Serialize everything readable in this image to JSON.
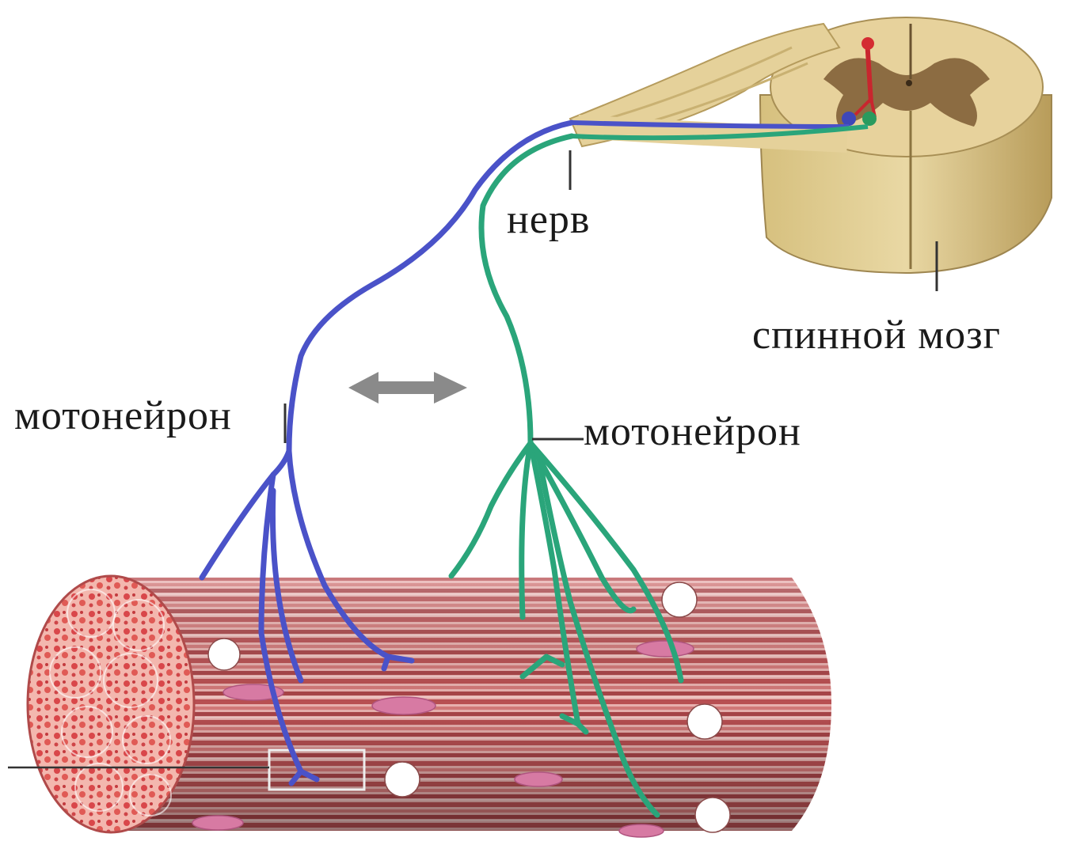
{
  "labels": {
    "nerve": "нерв",
    "spinal_cord": "спинной мозг",
    "motoneuron_left": "мотонейрон",
    "motoneuron_right": "мотонейрон"
  },
  "colors": {
    "motoneuron_left": "#4a52c8",
    "motoneuron_right": "#2aa57a",
    "muscle_stripe_red": "#c25a5a",
    "muscle_stripe_pink": "#e6a4a4",
    "spinal_tissue": "#d9c48a",
    "grey_matter": "#8a6e45",
    "nerve_sheath": "#e2cf9a"
  }
}
